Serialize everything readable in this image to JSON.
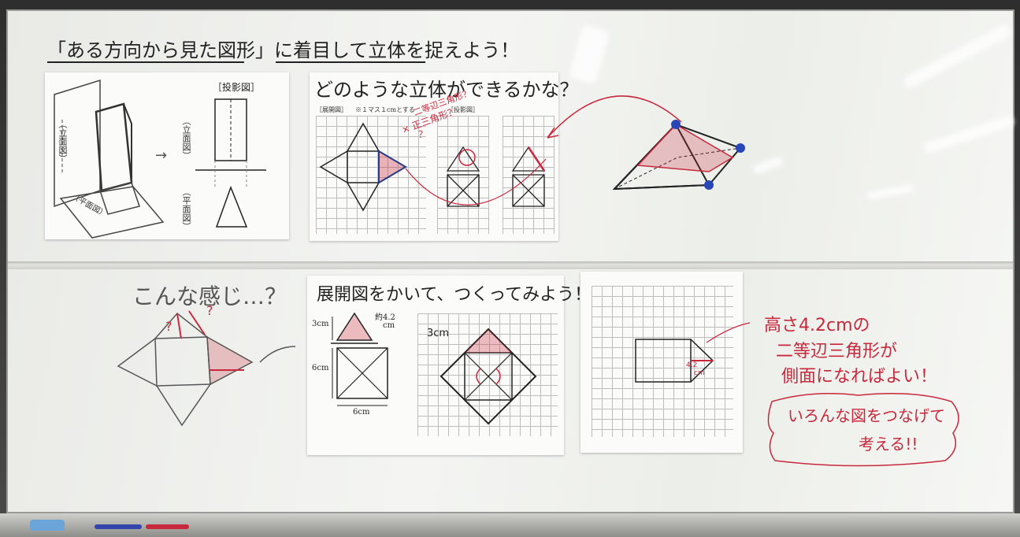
{
  "board": {
    "title": "「ある方向から見た図形」に着目して立体を捉えよう！",
    "upper_left_sheet": {
      "label_front": "（立面図）",
      "label_top": "（平面図）",
      "header": "［投影図］",
      "proj_front": "（立面図）",
      "proj_top": "（平面図）",
      "arrow": "→"
    },
    "question_sheet": {
      "heading": "どのような立体ができるかな？",
      "caption_left": "［展開図］",
      "caption_mid": "※１マス１cmとする",
      "caption_right": "［投影図］",
      "note_isosceles": "二等辺三角形？",
      "note_equilateral": "× 正三角形？",
      "note_q": "？"
    },
    "lower_left": {
      "title": "こんな感じ…？",
      "q1": "?",
      "q2": "?"
    },
    "net_sheet": {
      "heading": "展開図をかいて、つくってみよう！",
      "dim_3cm": "3cm",
      "dim_about": "約4.2",
      "dim_cm": "cm",
      "dim_6cm_side": "6cm",
      "dim_6cm_bottom": "6cm",
      "dim_3cm_right": "3cm"
    },
    "right_sheet": {
      "label_42": "4.2",
      "label_cm": "cm"
    },
    "notes": {
      "line1": "高さ4.2cmの",
      "line2": "二等辺三角形が",
      "line3": "側面になればよい！",
      "box_line1": "いろんな図をつなげて",
      "box_line2": "考える!!"
    }
  }
}
